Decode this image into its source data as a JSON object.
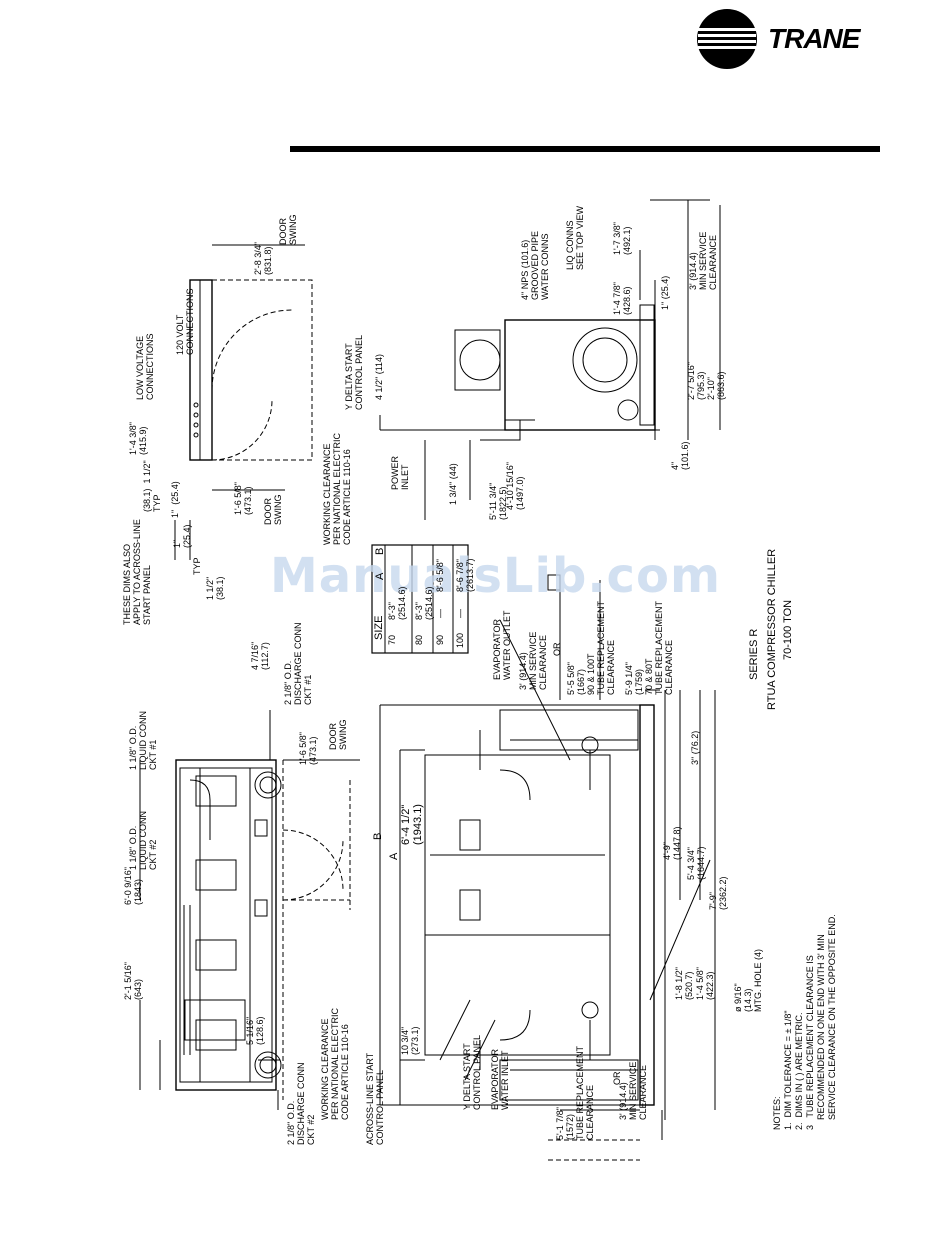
{
  "brand": {
    "name": "TRANE"
  },
  "watermark": "ManualsLib.com",
  "title": {
    "series": "SERIES R",
    "model": "RTUA COMPRESSOR CHILLER",
    "range": "70-100 TON"
  },
  "notes": {
    "heading": "NOTES:",
    "n1": "1.  DIM TOLERANCE = ± 1/8\"",
    "n2": "2.  DIMS IN ( ) ARE METRIC.",
    "n3a": "3   TUBE REPLACEMENT CLEARANCE IS",
    "n3b": "    RECOMMENDED ON ONE END WITH 3' MIN",
    "n3c": "    SERVICE CLEARANCE ON THE OPPOSITE END."
  },
  "size_table": {
    "headers": [
      "SIZE",
      "A",
      "B"
    ],
    "rows": [
      [
        "70",
        "8'-3\"\n(2514.6)",
        "—"
      ],
      [
        "80",
        "8'-3\"\n(2514.6)",
        "—"
      ],
      [
        "90",
        "—",
        "8'-6 5/8\""
      ],
      [
        "100",
        "—",
        "8'-6 7/8\"\n(2613.7)"
      ]
    ]
  },
  "labels": {
    "t1": "1 1/8\" O.D.\nLIQUID CONN\nCKT #1",
    "t2": "1 1/8\" O.D.\nLIQUID CONN\nCKT #2",
    "t3": "6'-0 9/16\"\n(1843)",
    "t4": "2'-1 5/16\"\n(643)",
    "t5": "5 1/16\"\n(128.6)",
    "t6": "2 1/8\" O.D.\nDISCHARGE CONN\nCKT #2",
    "t7": "WORKING CLEARANCE\nPER NATIONAL ELECTRIC\nCODE ARTICLE 110-16",
    "t8": "ACROSS-LINE START\nCONTROL PANEL",
    "t9": "4 7/16\"\n(112.7)",
    "t10": "2 1/8\" O.D.\nDISCHARGE CONN\nCKT #1",
    "t11": "1'-6 5/8\"\n(473.1)",
    "t12": "DOOR\nSWING",
    "t13": "6'-4 1/2\"\n(1943.1)",
    "t14": "10 3/4\"\n(273.1)",
    "t15": "Y DELTA START\nCONTROL PANEL",
    "t16": "EVAPORATOR\nWATER INLET",
    "t17": "5'-1 7/8\"\n(1572)\nTUBE REPLACEMENT\nCLEARANCE",
    "t18": "OR",
    "t19": "3' (914.4)\nMIN SERVICE\nCLEARANCE",
    "t20": "EVAPORATOR\nWATER OUTLET",
    "t21": "3' (914.4)\nMIN SERVICE\nCLEARANCE",
    "t22": "OR",
    "t23": "5'-5 5/8\"\n(1667)\n90 & 100T\nTUBE REPLACEMENT\nCLEARANCE",
    "t24": "5'-9 1/4\"\n(1759)\n70 & 80T\nTUBE REPLACEMENT\nCLEARANCE",
    "t25": "3\" (76.2)",
    "t26": "1'-8 1/2\"\n(520.7)",
    "t27": "1'-4 5/8\"\n(422.3)",
    "t28": "4'-9\"\n(1447.8)",
    "t29": "5'-4 3/4\"\n(1644.7)",
    "t30": "7'-9\"\n(2362.2)",
    "t31": "ø 9/16\"\n(14.3)\nMTG. HOLE (4)",
    "t32": "THESE DIMS ALSO\nAPPLY TO ACROSS-LINE\nSTART PANEL",
    "t33": "1 1/2\"\n(38.1)",
    "t34": "TYP",
    "t35": "1\"\n(25.4)",
    "t36": "(38.1)  1 1/2\"\nTYP",
    "t37": "1\"  (25.4)",
    "t38": "1'-4 3/8\"\n(415.9)",
    "t39": "LOW VOLTAGE\nCONNECTIONS",
    "t40": "120 VOLT\nCONNECTIONS",
    "t41": "2'-8 3/4\"\n(831.8)",
    "t42": "DOOR\nSWING",
    "t43": "1'-6 5/8\"\n(473.1)",
    "t44": "DOOR\nSWING",
    "t45": "Y DELTA START\nCONTROL PANEL",
    "t46": "WORKING CLEARANCE\nPER NATIONAL ELECTRIC\nCODE ARTICLE 110-16",
    "t47": "4 1/2\" (114)",
    "t48": "POWER\nINLET",
    "t49": "1 3/4\" (44)",
    "t50": "4'-10 15/16\"\n(1497.0)",
    "t51": "5'-11 3/4\"\n(1822.5)",
    "t52": "4\" NPS (101.6)\nGROOVED PIPE\nWATER CONNS",
    "t53": "LIQ CONNS\nSEE TOP VIEW",
    "t54": "1'-4 7/8\"\n(428.6)",
    "t55": "1'-7 3/8\"\n(492.1)",
    "t56": "1\" (25.4)",
    "t57": "3' (914.4)\nMIN SERVICE\nCLEARANCE",
    "t58": "2'-7 5/16\"\n(795.3)",
    "t59": "2'-10\"\n(863.6)",
    "t60": "4\"\n(101.6)",
    "t61": "A",
    "t62": "B"
  }
}
